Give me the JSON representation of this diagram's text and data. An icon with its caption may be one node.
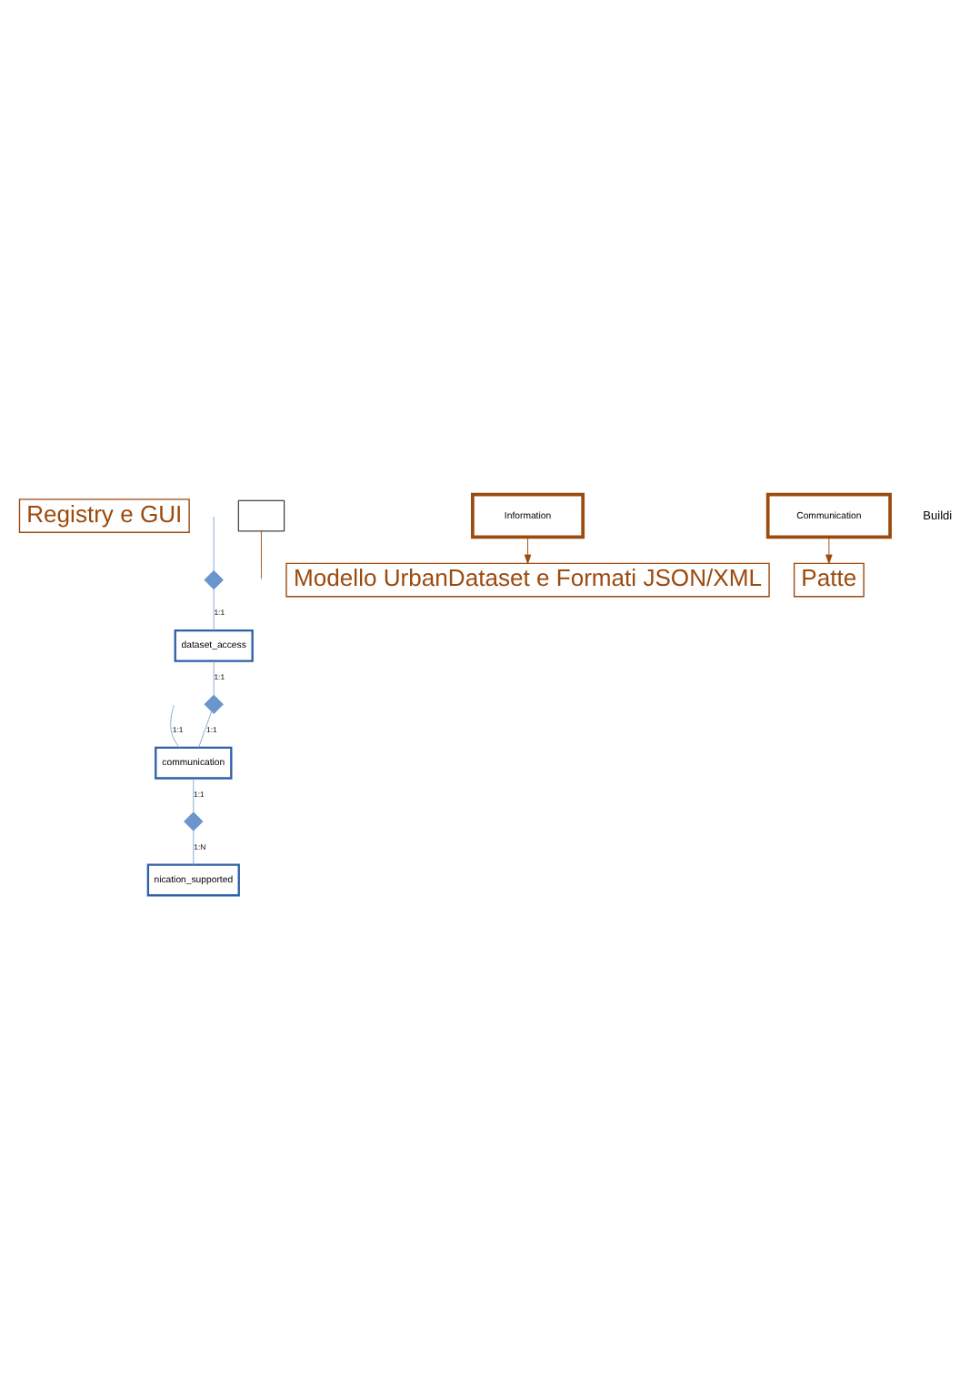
{
  "diagram": {
    "nodes": [
      {
        "text": [
          "Registry e GUI"
        ]
      },
      {
        "text": [],
        "shape": "diamond"
      },
      {
        "text": [
          "dataset_access"
        ]
      },
      {
        "text": [],
        "shape": "diamond"
      },
      {
        "text": [
          "communication"
        ]
      },
      {
        "text": [],
        "shape": "diamond"
      },
      {
        "text": [
          "nication_supported"
        ]
      },
      {
        "text": [],
        "shape": "box"
      },
      {
        "text": [
          "Information"
        ]
      },
      {
        "text": [
          "Communication"
        ]
      },
      {
        "text": [
          "Patte"
        ]
      },
      {
        "text": [
          "Modello UrbanDataset e Formati JSON/XML"
        ]
      }
    ],
    "edges": [
      {
        "from": null,
        "to": 1,
        "arrow": "none"
      },
      {
        "from": 1,
        "to": 2,
        "arrow": "none",
        "label": "1:1"
      },
      {
        "from": 2,
        "to": 3,
        "arrow": "none",
        "label": "1:1"
      },
      {
        "from": 3,
        "to": 4,
        "arrow": "none",
        "label": "1:1"
      },
      {
        "from": null,
        "to": 4,
        "arrow": "none",
        "label": "1:1"
      },
      {
        "from": 4,
        "to": 5,
        "arrow": "none",
        "label": "1:1"
      },
      {
        "from": 5,
        "to": 6,
        "arrow": "none",
        "label": "1:N"
      },
      {
        "from": 7,
        "to": null,
        "arrow": "none",
        "color": "#9c4a0e"
      },
      {
        "from": 8,
        "to": 11,
        "arrow": "to",
        "color": "#9c4a0e"
      },
      {
        "from": 9,
        "to": 10,
        "arrow": "to",
        "color": "#9c4a0e"
      }
    ],
    "labels": [
      "Buildi"
    ]
  }
}
